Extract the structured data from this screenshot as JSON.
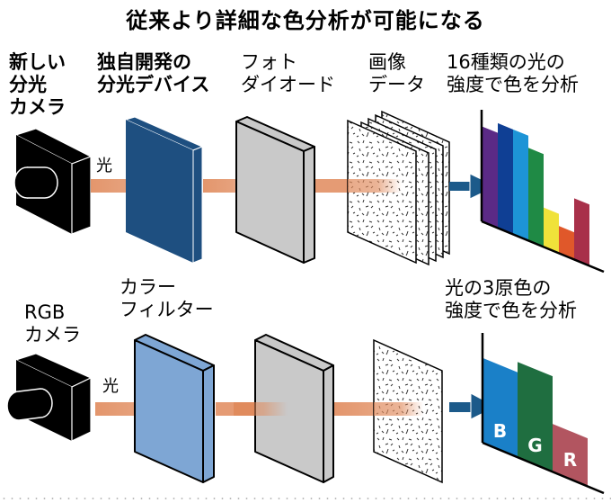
{
  "title": "従来より詳細な色分析が可能になる",
  "top_row": {
    "camera_label": "新しい\n分光\nカメラ",
    "device_label": "独自開発の\n分光デバイス",
    "photodiode_label": "フォト\nダイオード",
    "image_data_label": "画像\nデータ",
    "analysis_label": "16種類の光の\n強度で色を分析",
    "light_label": "光",
    "device_color": "#1e4f80",
    "spectrum_bars": [
      {
        "color": "#5b2a86",
        "value": 0.78
      },
      {
        "color": "#0f3f94",
        "value": 0.86
      },
      {
        "color": "#1d94d6",
        "value": 0.86
      },
      {
        "color": "#1f8a45",
        "value": 0.76
      },
      {
        "color": "#f0e23a",
        "value": 0.32
      },
      {
        "color": "#e0582a",
        "value": 0.22
      },
      {
        "color": "#a8304a",
        "value": 0.5
      }
    ]
  },
  "bottom_row": {
    "camera_label": "RGB\nカメラ",
    "filter_label": "カラー\nフィルター",
    "analysis_label": "光の3原色の\n強度で色を分析",
    "light_label": "光",
    "filter_color": "#7ea6d4",
    "rgb_bars": [
      {
        "label": "B",
        "color": "#1a80c8",
        "value": 0.82
      },
      {
        "label": "G",
        "color": "#1f6e40",
        "value": 0.92
      },
      {
        "label": "R",
        "color": "#b25560",
        "value": 0.46
      }
    ]
  },
  "colors": {
    "light_beam": "#e08a5c",
    "arrow": "#1c5a8a",
    "panel_gray": "#c9c9c9"
  }
}
